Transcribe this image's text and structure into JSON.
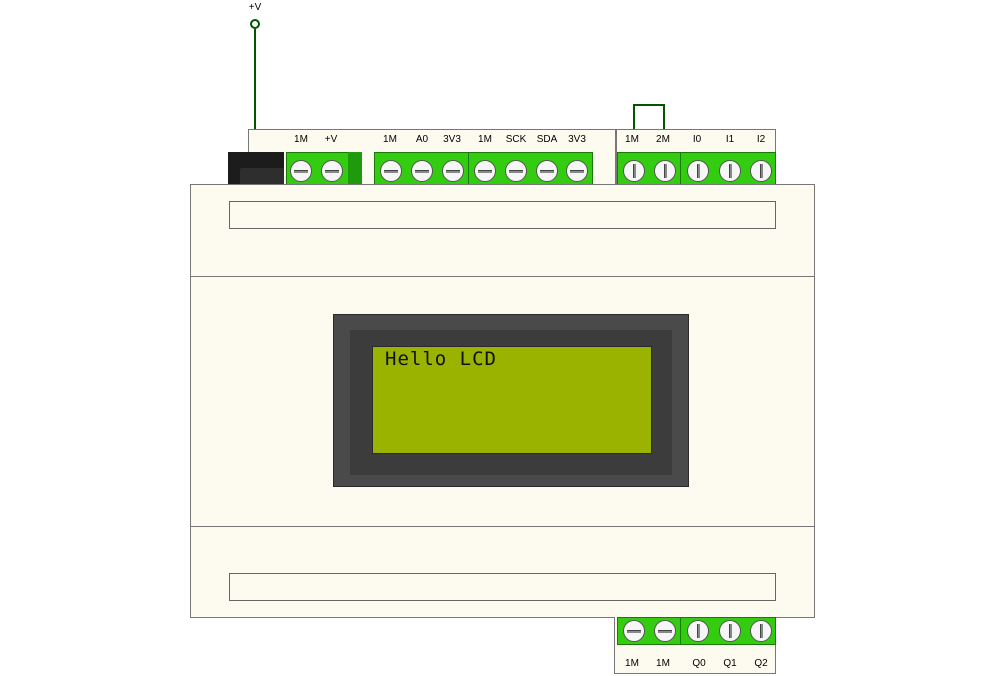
{
  "supply": {
    "label": "+V"
  },
  "top_terminals": [
    {
      "label": "1M"
    },
    {
      "label": "+V"
    },
    {
      "label": "1M"
    },
    {
      "label": "A0"
    },
    {
      "label": "3V3"
    },
    {
      "label": "1M"
    },
    {
      "label": "SCK"
    },
    {
      "label": "SDA"
    },
    {
      "label": "3V3"
    },
    {
      "label": "1M"
    },
    {
      "label": "2M"
    },
    {
      "label": "I0"
    },
    {
      "label": "I1"
    },
    {
      "label": "I2"
    }
  ],
  "bottom_terminals": [
    {
      "label": "1M"
    },
    {
      "label": "1M"
    },
    {
      "label": "Q0"
    },
    {
      "label": "Q1"
    },
    {
      "label": "Q2"
    }
  ],
  "lcd": {
    "text": "Hello LCD",
    "background": "#99b300",
    "bezel": "#4a4a4a"
  },
  "colors": {
    "terminal_green": "#33cc11",
    "wire": "#005500",
    "housing": "#fdfbf0"
  }
}
